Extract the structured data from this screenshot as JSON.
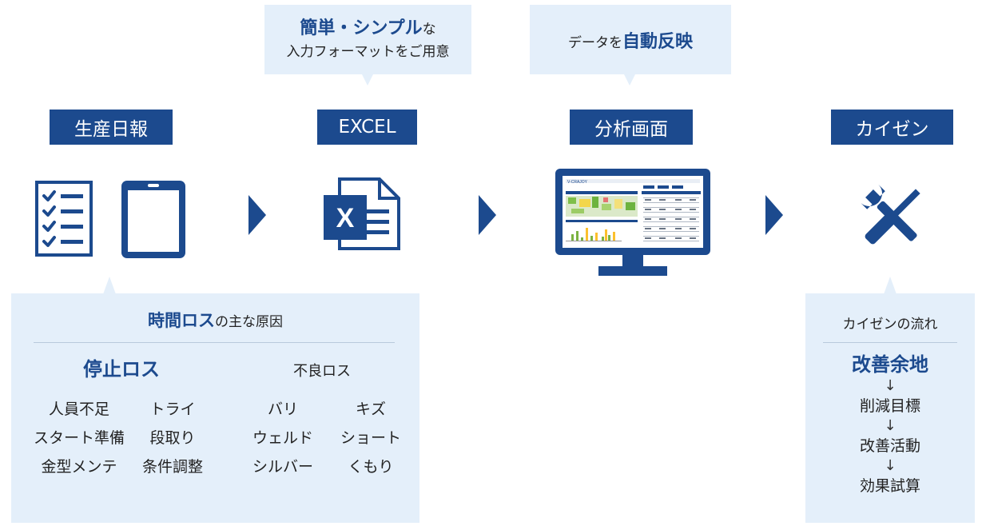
{
  "colors": {
    "primary": "#1c4a8e",
    "callout_bg": "#e4effa"
  },
  "top_callouts": {
    "excel": {
      "emphasis": "簡単・シンプル",
      "suffix": "な",
      "line2": "入力フォーマットをご用意"
    },
    "analysis": {
      "prefix": "データを",
      "emphasis": "自動反映"
    }
  },
  "steps": [
    {
      "label": "生産日報",
      "icons": [
        "checklist-icon",
        "tablet-icon"
      ]
    },
    {
      "label": "EXCEL",
      "icons": [
        "excel-file-icon"
      ]
    },
    {
      "label": "分析画面",
      "icons": [
        "monitor-dashboard-icon"
      ]
    },
    {
      "label": "カイゼン",
      "icons": [
        "wrench-screwdriver-icon"
      ]
    }
  ],
  "loss_panel": {
    "title_emphasis": "時間ロス",
    "title_suffix": "の主な原因",
    "stop_loss": {
      "heading": "停止ロス",
      "col1": [
        "人員不足",
        "スタート準備",
        "金型メンテ"
      ],
      "col2": [
        "トライ",
        "段取り",
        "条件調整"
      ]
    },
    "defect_loss": {
      "heading": "不良ロス",
      "col1": [
        "バリ",
        "ウェルド",
        "シルバー"
      ],
      "col2": [
        "キズ",
        "ショート",
        "くもり"
      ]
    }
  },
  "kaizen_panel": {
    "title": "カイゼンの流れ",
    "first": "改善余地",
    "arrow": "↓",
    "steps": [
      "削減目標",
      "改善活動",
      "効果試算"
    ]
  }
}
